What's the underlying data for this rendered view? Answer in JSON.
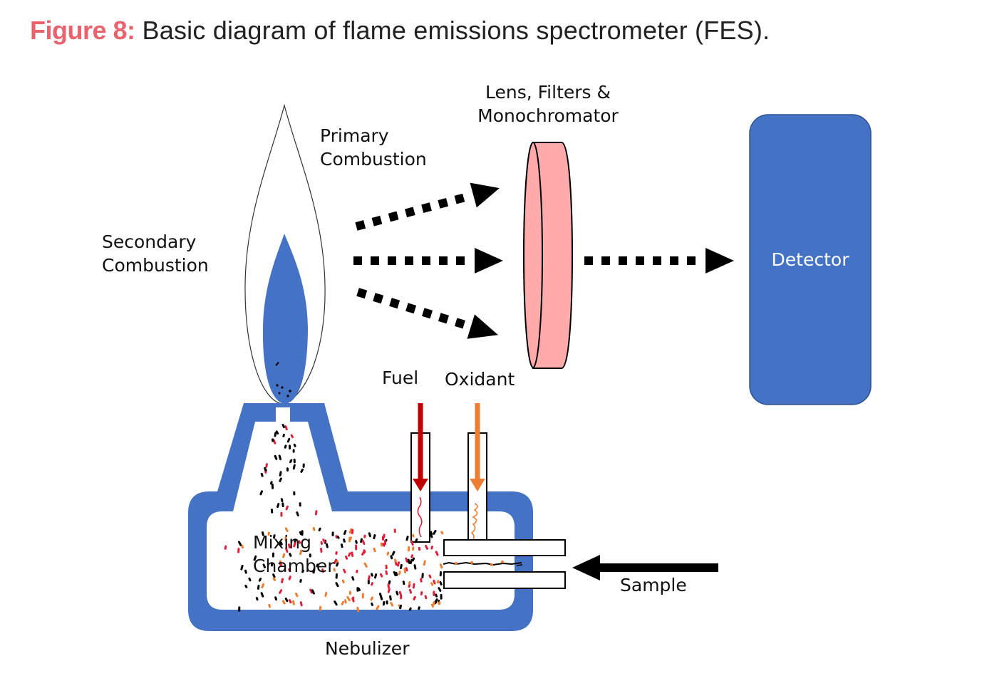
{
  "caption": {
    "figure_label": "Figure 8:",
    "description": "Basic diagram of flame emissions spectrometer (FES)."
  },
  "labels": {
    "primary_combustion": [
      "Primary",
      "Combustion"
    ],
    "secondary_combustion": [
      "Secondary",
      "Combustion"
    ],
    "lens": [
      "Lens, Filters &",
      "Monochromator"
    ],
    "detector": "Detector",
    "fuel": "Fuel",
    "oxidant": "Oxidant",
    "mixing_chamber": [
      "Mixing",
      "Chamber"
    ],
    "sample": "Sample",
    "nebulizer": "Nebulizer"
  },
  "colors": {
    "caption_accent": "#e8636d",
    "burner_blue": "#4472c4",
    "lens_pink": "#ffabab",
    "fuel_red": "#c00000",
    "oxidant_orange": "#ed7d31",
    "particle_red": "#e0203a",
    "particle_orange": "#ed7d31",
    "particle_black": "#000000"
  }
}
